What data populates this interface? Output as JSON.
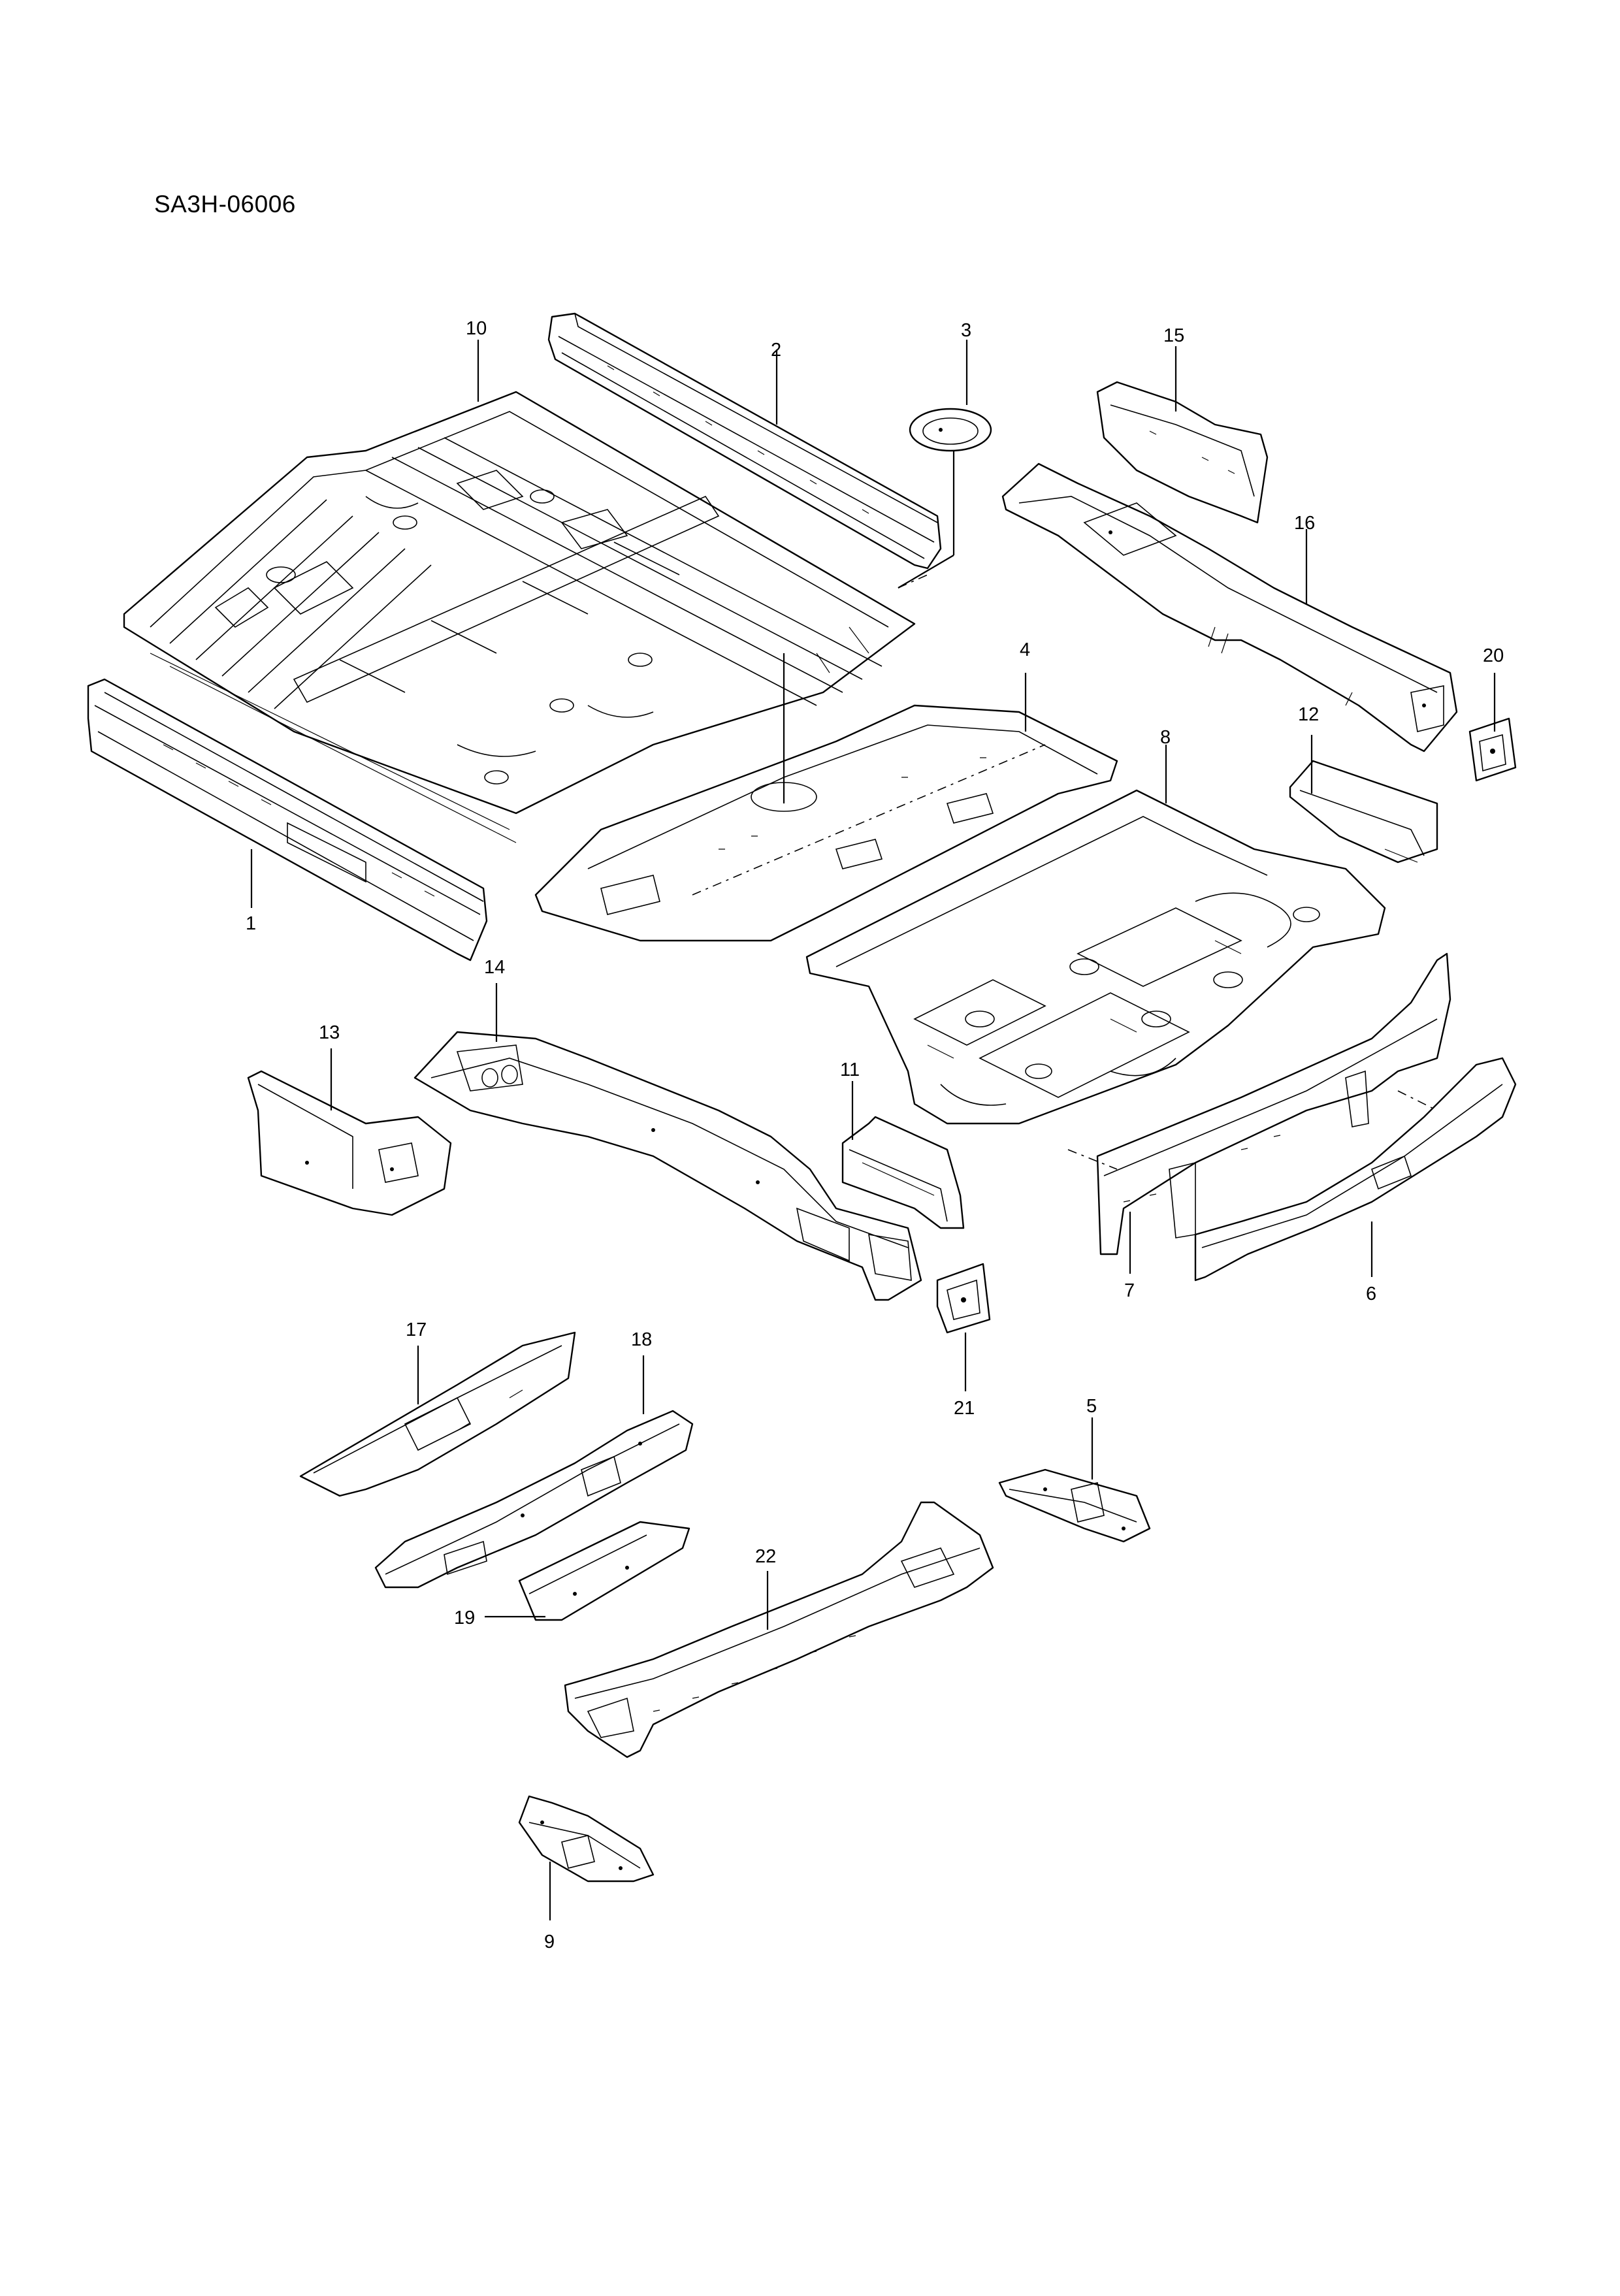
{
  "diagram": {
    "code": "SA3H-06006",
    "callouts": [
      "1",
      "2",
      "3",
      "4",
      "5",
      "6",
      "7",
      "8",
      "9",
      "10",
      "11",
      "12",
      "13",
      "14",
      "15",
      "16",
      "17",
      "18",
      "19",
      "20",
      "21",
      "22"
    ]
  }
}
